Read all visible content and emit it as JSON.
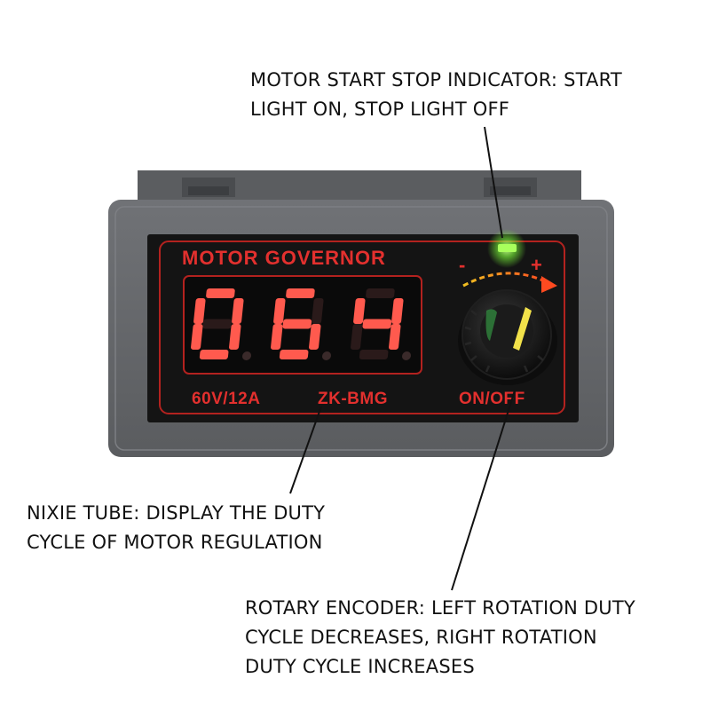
{
  "annotations": {
    "indicator": [
      "MOTOR START STOP INDICATOR: START",
      "LIGHT ON, STOP LIGHT OFF"
    ],
    "nixie": [
      "NIXIE TUBE: DISPLAY THE DUTY",
      "CYCLE OF MOTOR REGULATION"
    ],
    "encoder": [
      "ROTARY ENCODER: LEFT ROTATION DUTY",
      "CYCLE DECREASES, RIGHT ROTATION",
      "DUTY CYCLE INCREASES"
    ]
  },
  "device": {
    "brand_label": "MOTOR GOVERNOR",
    "display_digits": [
      "0",
      "6",
      "4"
    ],
    "rating_label": "60V/12A",
    "model_label": "ZK-BMG",
    "switch_label": "ON/OFF",
    "minus_sign": "-",
    "plus_sign": "+",
    "colors": {
      "housing": "#5f6164",
      "panel": "#141414",
      "label_red": "#e3302e",
      "segment_on": "#ff5a4e",
      "segment_off": "#2a1a1a",
      "indicator_led": "#7dff3a",
      "knob_pointer": "#f2e24a"
    }
  }
}
